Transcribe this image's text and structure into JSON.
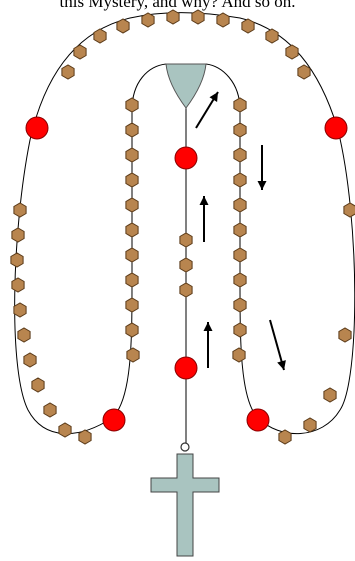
{
  "header_text": "this Mystery, and why? And so on.",
  "colors": {
    "small_bead": "#B8854F",
    "small_bead_stroke": "#5A3A18",
    "large_bead": "#FF0000",
    "large_bead_stroke": "#8A0000",
    "centerpiece": "#A9C4C0",
    "cross": "#A9C4C0",
    "string": "#000000",
    "arrow": "#000000"
  },
  "beads": {
    "large_count": 6,
    "small_count": 53
  },
  "arrows": {
    "directions": [
      "up-right",
      "down",
      "up",
      "down-right",
      "up"
    ]
  }
}
